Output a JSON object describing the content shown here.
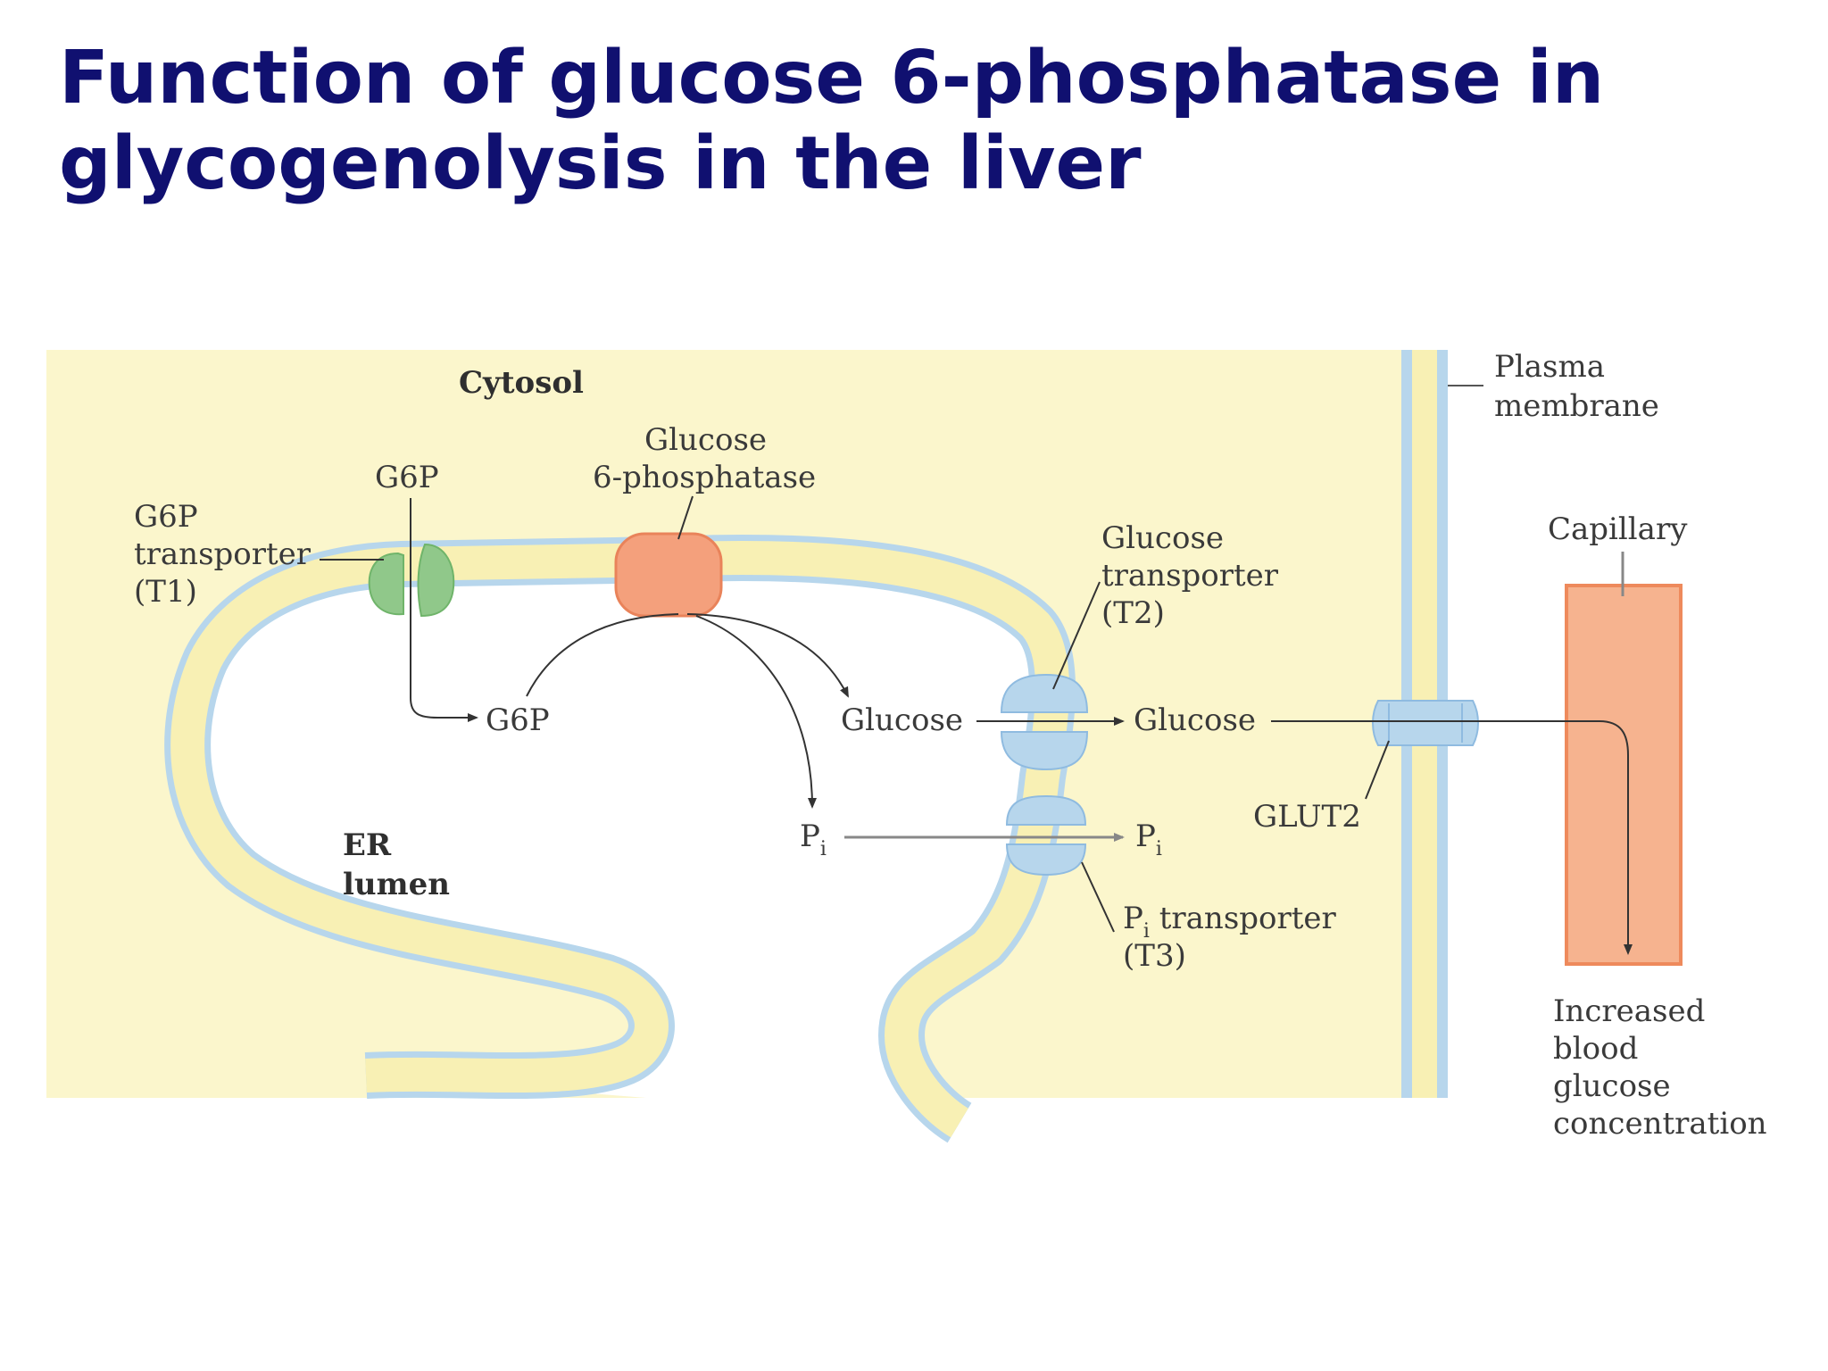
{
  "title": {
    "line1": "Function of glucose 6-phosphatase in",
    "line2": "glycogenolysis in the liver"
  },
  "labels": {
    "cytosol": "Cytosol",
    "plasma_membrane_1": "Plasma",
    "plasma_membrane_2": "membrane",
    "g6p_top": "G6P",
    "g6pase_1": "Glucose",
    "g6pase_2": "6-phosphatase",
    "t1_1": "G6P",
    "t1_2": "transporter",
    "t1_3": "(T1)",
    "t2_1": "Glucose",
    "t2_2": "transporter",
    "t2_3": "(T2)",
    "capillary": "Capillary",
    "g6p_lumen": "G6P",
    "glucose_lumen": "Glucose",
    "glucose_cytosol": "Glucose",
    "pi_lumen": "P",
    "pi_lumen_sub": "i",
    "pi_cytosol": "P",
    "pi_cytosol_sub": "i",
    "glut2": "GLUT2",
    "er_lumen_1": "ER",
    "er_lumen_2": "lumen",
    "t3_p": "P",
    "t3_sub": "i",
    "t3_rest": " transporter",
    "t3_2": "(T3)",
    "blood_1": "Increased",
    "blood_2": "blood",
    "blood_3": "glucose",
    "blood_4": "concentration"
  },
  "colors": {
    "title": "#101070",
    "cytosol_bg": "#fbf6cc",
    "membrane_yellow": "#f8f0b4",
    "membrane_blue": "#b7d6ec",
    "enzyme": "#f4a07c",
    "enzyme_stroke": "#e9835a",
    "t1_green": "#90c88a",
    "transporter_blue": "#b7d6ec",
    "capillary": "#f6b38f",
    "capillary_stroke": "#ee8a5c",
    "arrow": "#333333",
    "pi_arrow": "#999999"
  }
}
